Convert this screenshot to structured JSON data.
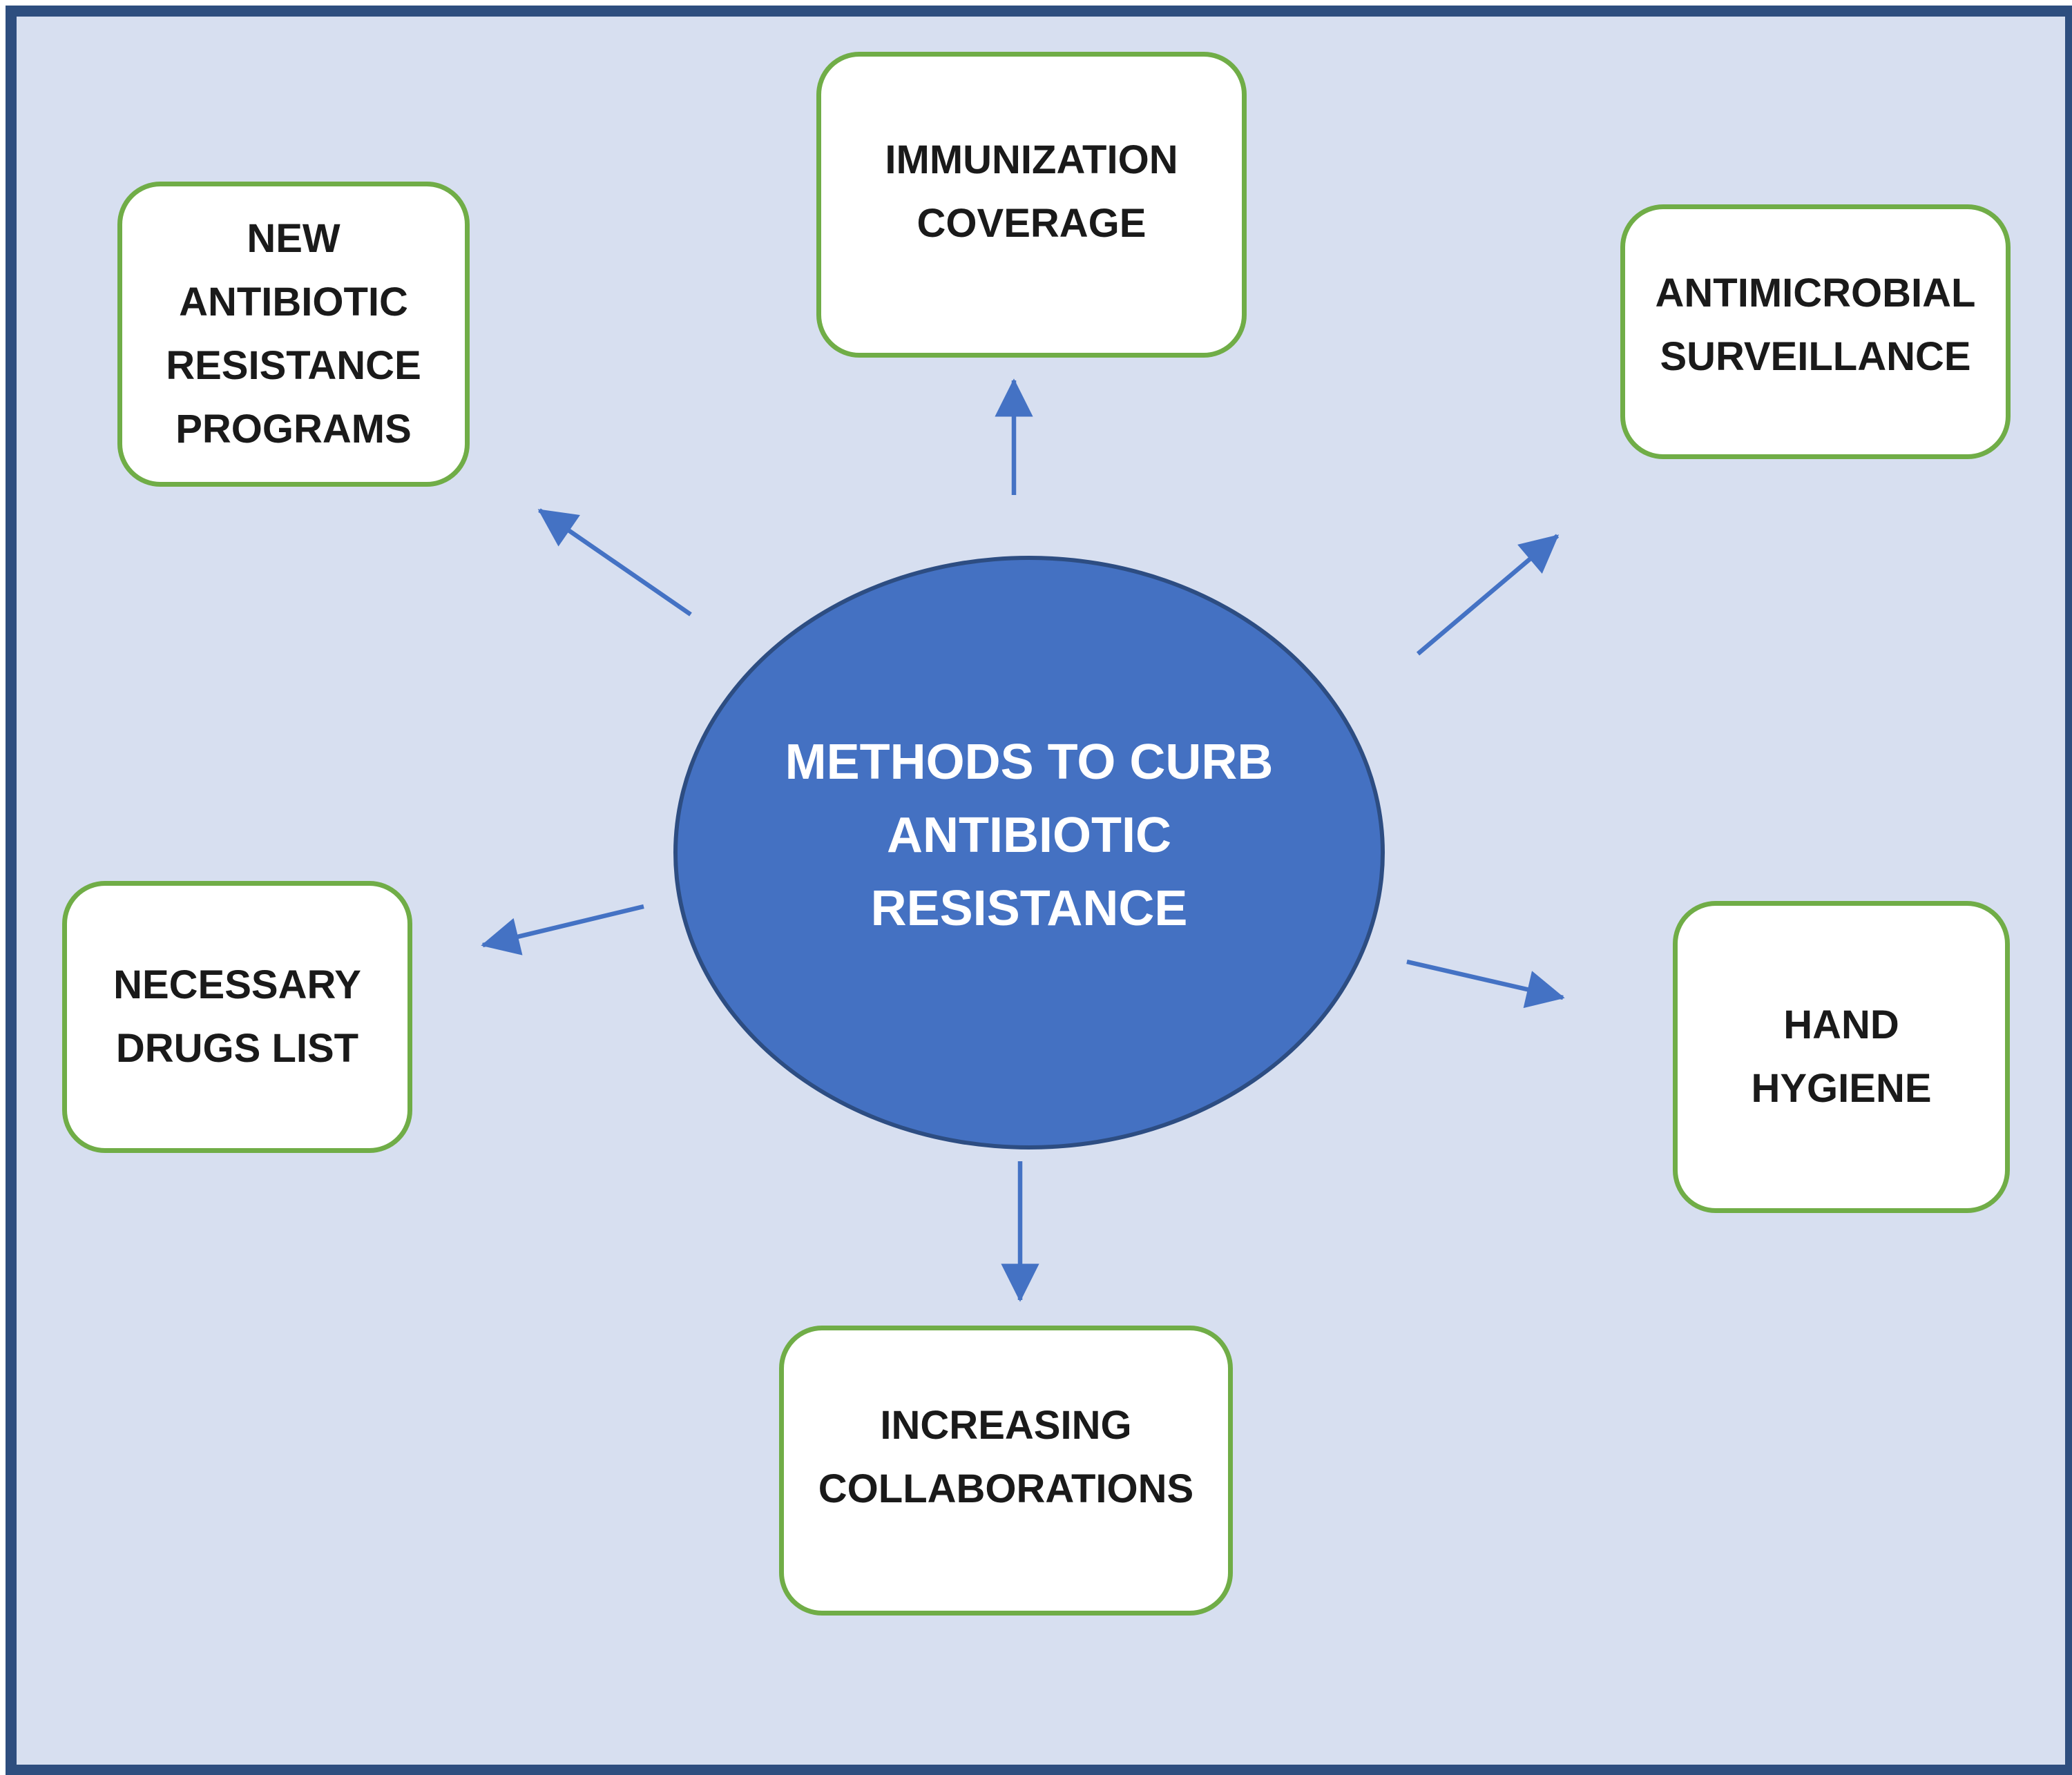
{
  "diagram": {
    "center": {
      "lines": [
        "METHODS TO CURB",
        "ANTIBIOTIC",
        "RESISTANCE"
      ]
    },
    "nodes": {
      "top": {
        "lines": [
          "IMMUNIZATION",
          "COVERAGE"
        ]
      },
      "top_left": {
        "lines": [
          "NEW",
          "ANTIBIOTIC",
          "RESISTANCE",
          "PROGRAMS"
        ]
      },
      "top_right": {
        "lines": [
          "ANTIMICROBIAL",
          "SURVEILLANCE"
        ]
      },
      "left": {
        "lines": [
          "NECESSARY",
          "DRUGS LIST"
        ]
      },
      "right": {
        "lines": [
          "HAND",
          "HYGIENE"
        ]
      },
      "bottom": {
        "lines": [
          "INCREASING",
          "COLLABORATIONS"
        ]
      }
    },
    "connector_count": "6"
  },
  "colors": {
    "canvas-bg": "#d7dff0",
    "frame-navy": "#2e4e7f",
    "box-green": "#70ad47",
    "box-fill": "#ffffff",
    "ellipse-fill": "#4471c2",
    "ellipse-border": "#2d4d82",
    "arrow-blue": "#4472c4",
    "text-dark": "#1a1a1a",
    "text-light": "#ffffff"
  }
}
